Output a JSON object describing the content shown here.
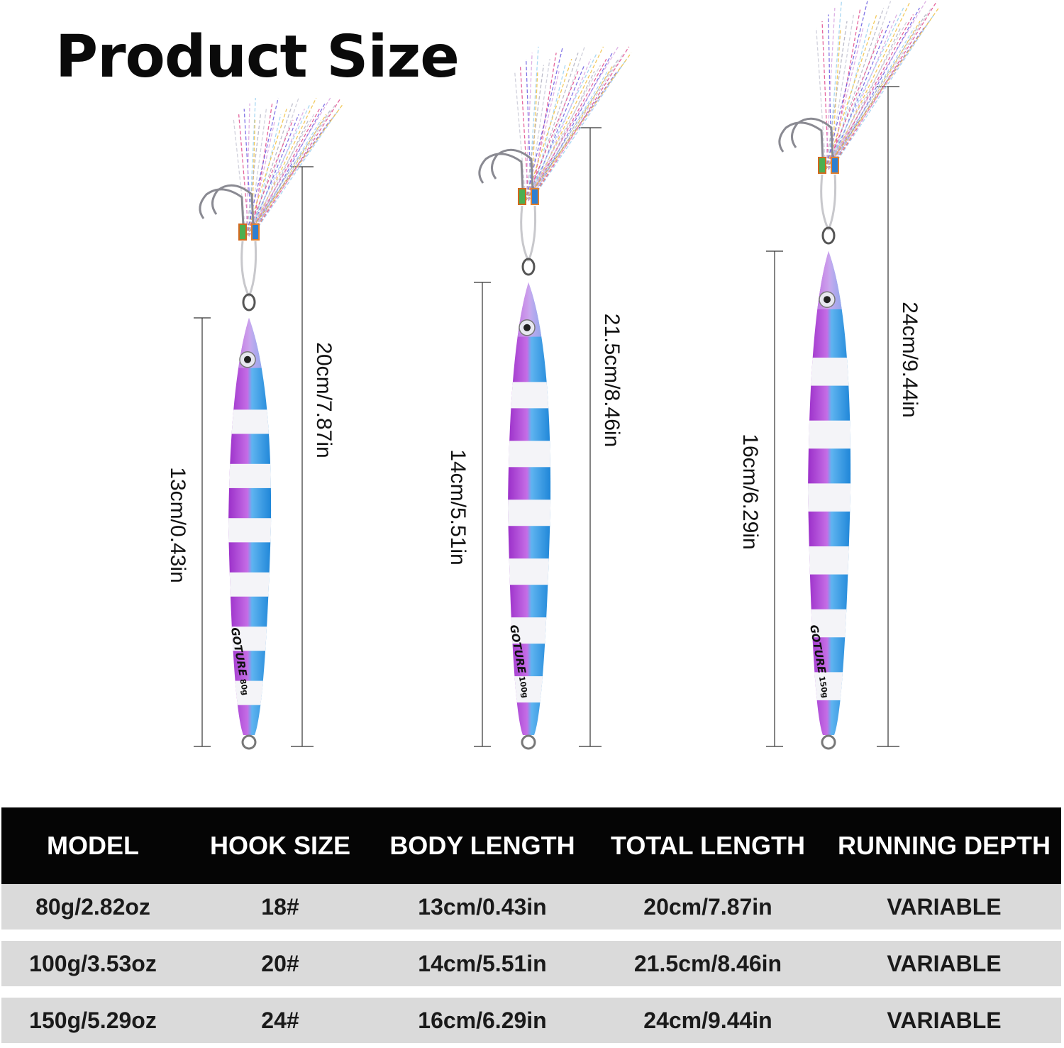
{
  "title": "Product Size",
  "brand": "GOTURE",
  "lures": [
    {
      "weight_mark": "80g",
      "body_label": "13cm/0.43in",
      "total_label": "20cm/7.87in"
    },
    {
      "weight_mark": "100g",
      "body_label": "14cm/5.51in",
      "total_label": "21.5cm/8.46in"
    },
    {
      "weight_mark": "150g",
      "body_label": "16cm/6.29in",
      "total_label": "24cm/9.44in"
    }
  ],
  "colors": {
    "purple": "#a23bd0",
    "blue": "#2f9be6",
    "stripe": "#f4f4f8",
    "table_header": "#050505",
    "table_row": "#dadada"
  },
  "table": {
    "headers": [
      "MODEL",
      "HOOK SIZE",
      "BODY LENGTH",
      "TOTAL LENGTH",
      "RUNNING DEPTH"
    ],
    "rows": [
      [
        "80g/2.82oz",
        "18#",
        "13cm/0.43in",
        "20cm/7.87in",
        "VARIABLE"
      ],
      [
        "100g/3.53oz",
        "20#",
        "14cm/5.51in",
        "21.5cm/8.46in",
        "VARIABLE"
      ],
      [
        "150g/5.29oz",
        "24#",
        "16cm/6.29in",
        "24cm/9.44in",
        "VARIABLE"
      ]
    ]
  }
}
